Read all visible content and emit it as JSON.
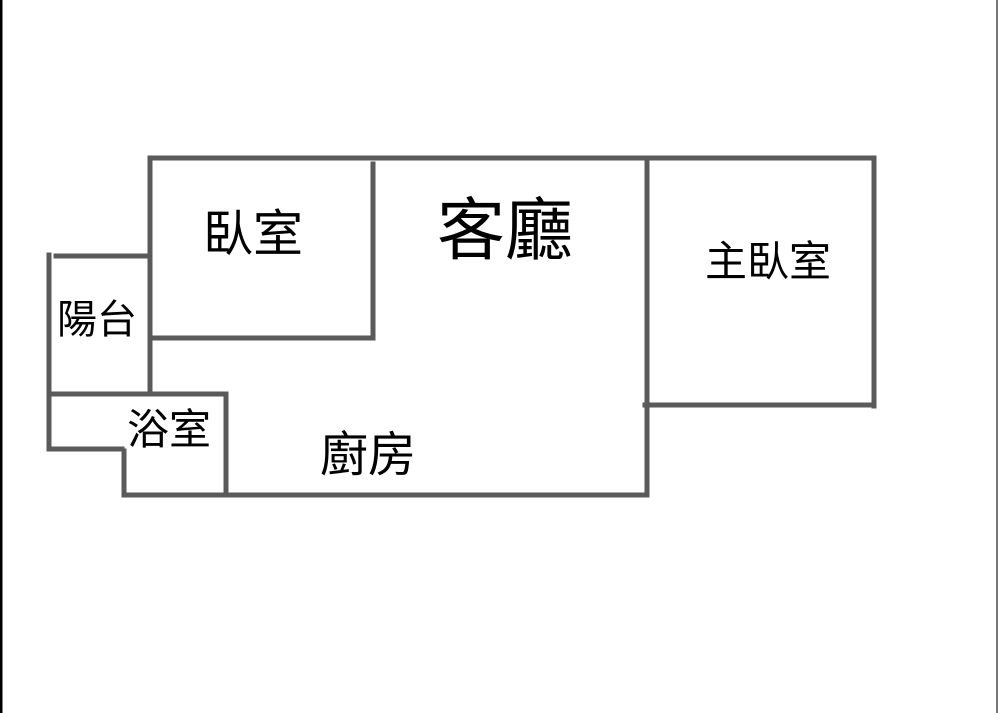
{
  "floor_plan": {
    "rooms": {
      "bedroom": "臥室",
      "living_room": "客廳",
      "master_bedroom": "主臥室",
      "balcony": "陽台",
      "bathroom": "浴室",
      "kitchen": "廚房"
    },
    "colors": {
      "wall": "#5a5a5a",
      "border": "#000000",
      "background": "#ffffff"
    }
  }
}
